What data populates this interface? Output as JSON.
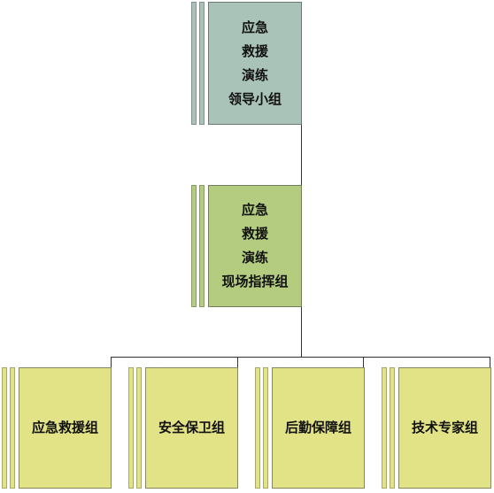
{
  "colors": {
    "leader": "#a9c3b8",
    "command": "#b3cc7f",
    "team": "#e2e286",
    "line": "#333333"
  },
  "nodes": {
    "leader": {
      "lines": [
        "应急",
        "救援",
        "演练",
        "领导小组"
      ]
    },
    "command": {
      "lines": [
        "应急",
        "救援",
        "演练",
        "现场指挥组"
      ]
    },
    "teams": [
      {
        "label": "应急救援组"
      },
      {
        "label": "安全保卫组"
      },
      {
        "label": "后勤保障组"
      },
      {
        "label": "技术专家组"
      }
    ]
  }
}
